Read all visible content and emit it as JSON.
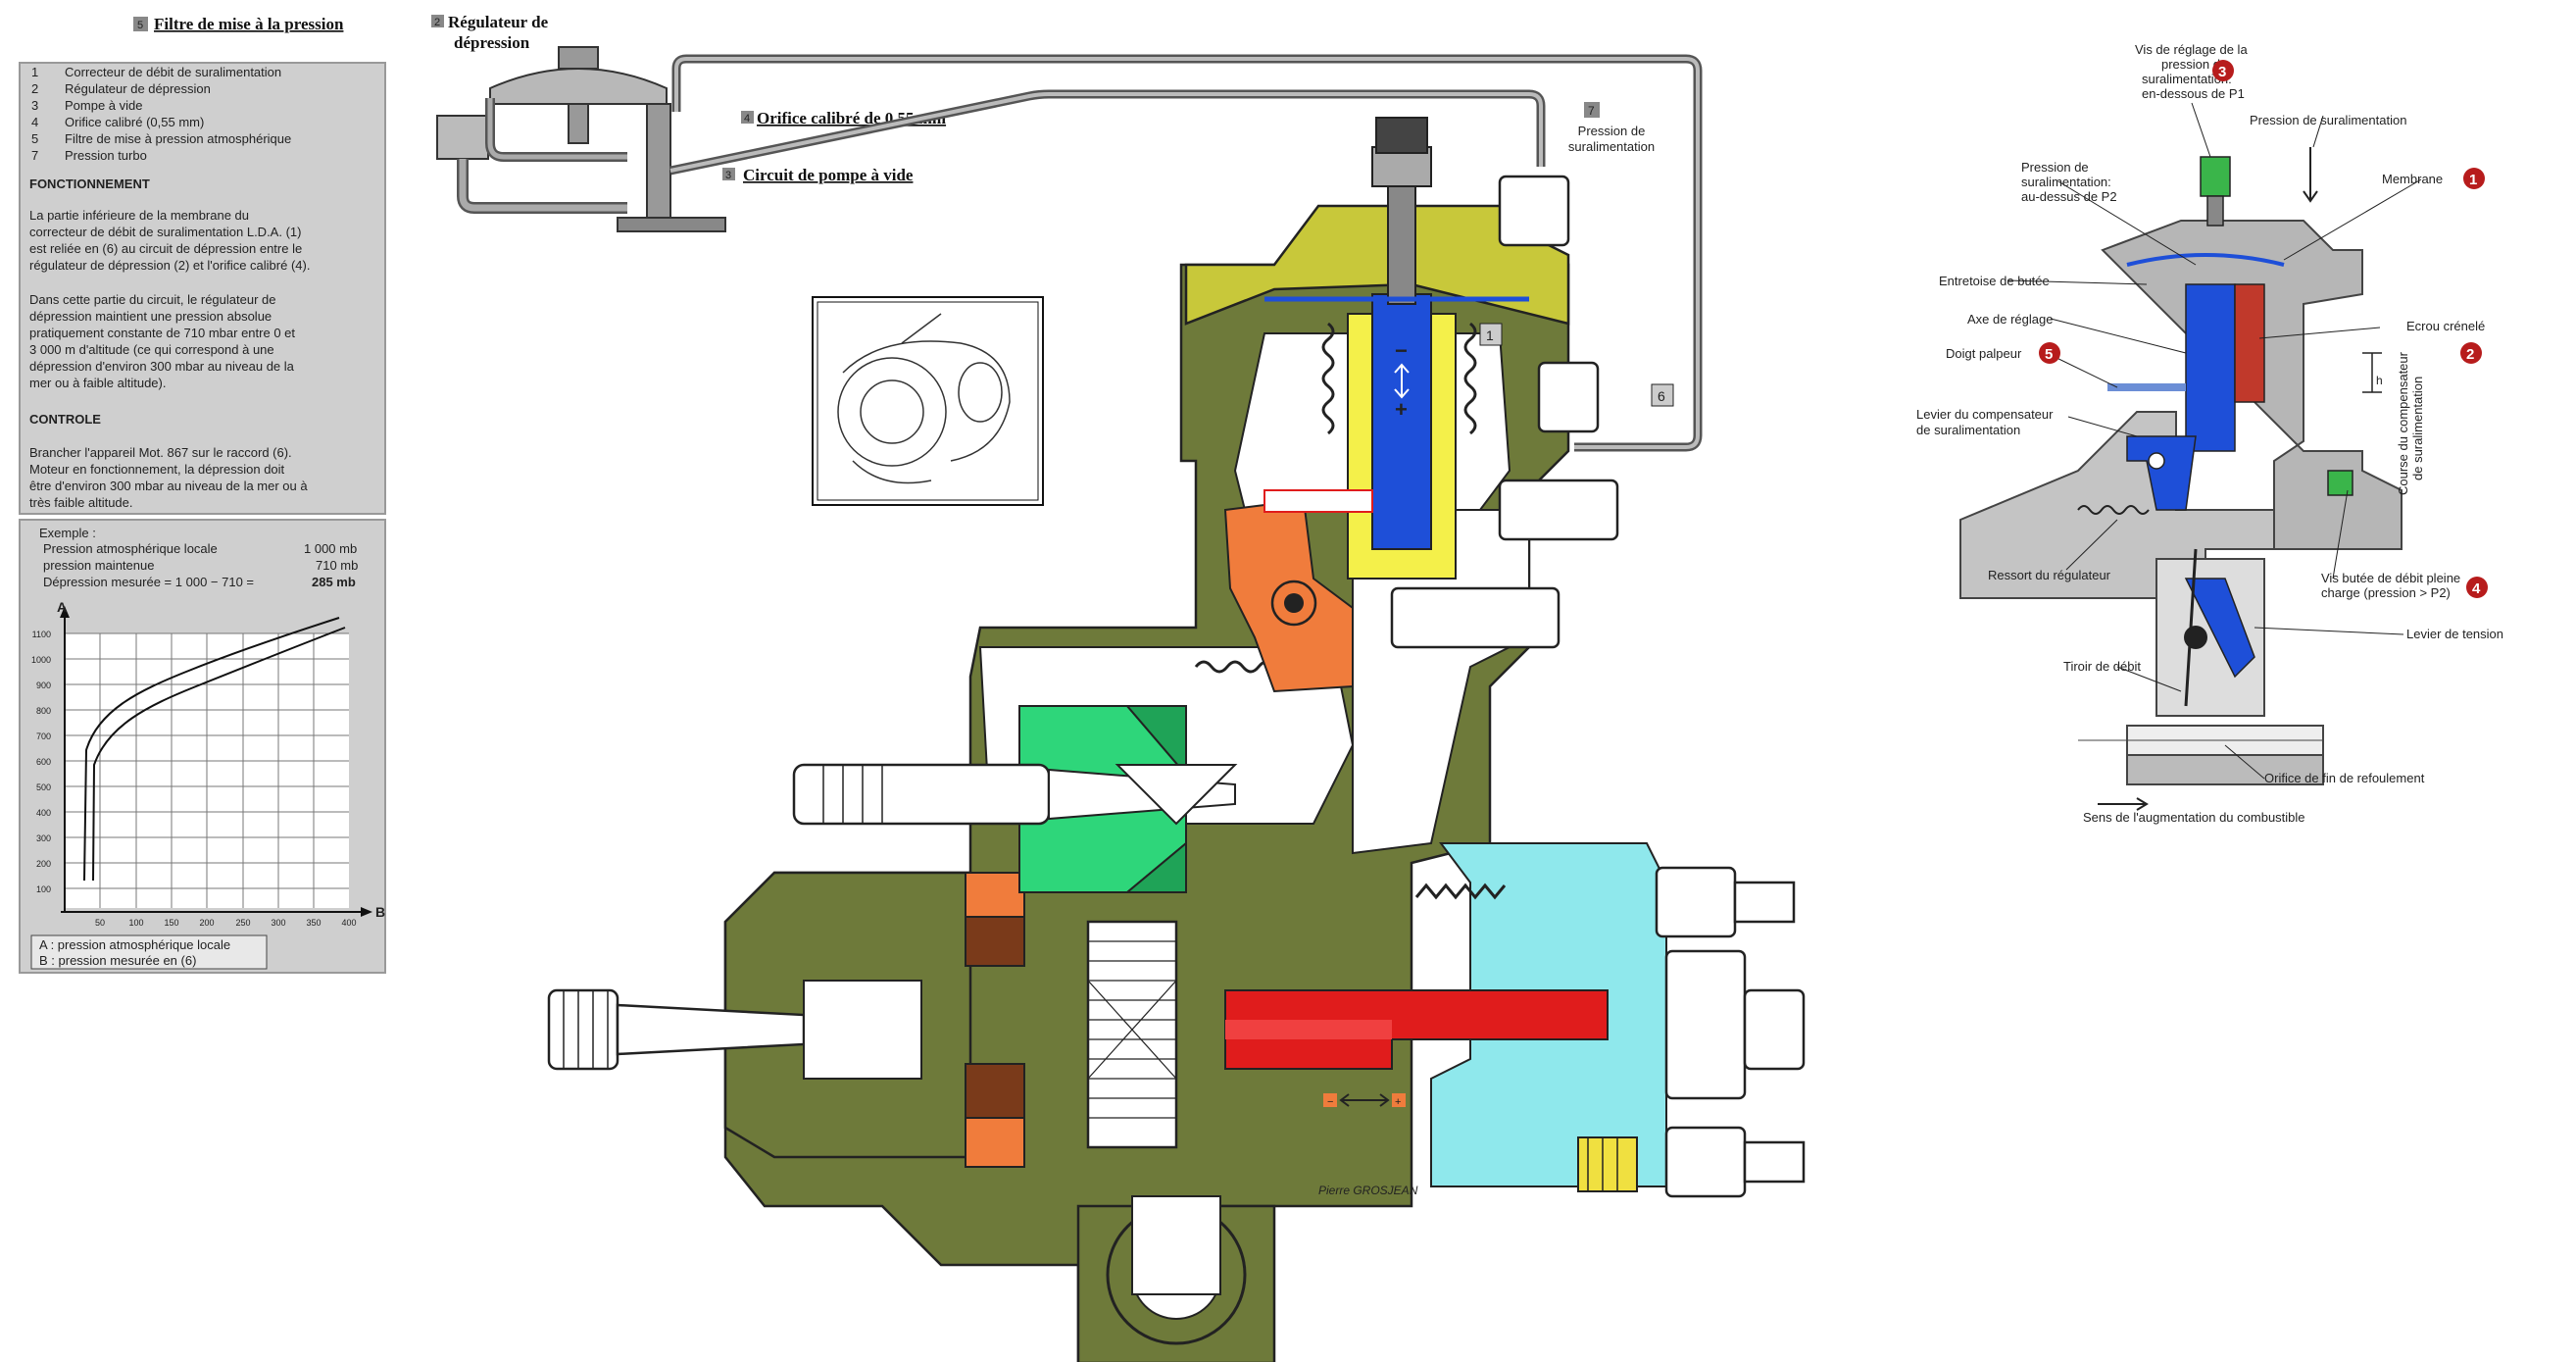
{
  "top_labels": {
    "filtre": {
      "num": "5",
      "text": "Filtre de mise à la pression"
    },
    "regulateur": {
      "num": "2",
      "line1": "Régulateur de",
      "line2": "dépression"
    },
    "orifice": {
      "num": "4",
      "text": "Orifice calibré de 0,55 mm"
    },
    "circuit": {
      "num": "3",
      "text": "Circuit de pompe à vide"
    },
    "pression_surali": {
      "num": "7",
      "line1": "Pression de",
      "line2": "suralimentation"
    }
  },
  "legend_panel": {
    "items": [
      {
        "num": "1",
        "text": "Correcteur de débit de suralimentation"
      },
      {
        "num": "2",
        "text": "Régulateur de dépression"
      },
      {
        "num": "3",
        "text": "Pompe à vide"
      },
      {
        "num": "4",
        "text": "Orifice calibré (0,55 mm)"
      },
      {
        "num": "5",
        "text": "Filtre de mise à pression atmosphérique"
      },
      {
        "num": "7",
        "text": "Pression turbo"
      }
    ],
    "fonctionnement_title": "FONCTIONNEMENT",
    "fonctionnement_lines": [
      "La partie inférieure de la membrane du",
      "correcteur de débit de suralimentation L.D.A. (1)",
      "est reliée en (6) au circuit de dépression entre le",
      "régulateur de dépression (2) et l'orifice calibré (4).",
      "",
      "Dans cette partie du circuit, le régulateur de",
      "dépression maintient une pression absolue",
      "pratiquement constante de 710 mbar entre 0 et",
      "3 000 m d'altitude (ce qui correspond à une",
      "dépression d'environ 300 mbar au niveau de la",
      "mer ou à faible altitude)."
    ],
    "controle_title": "CONTROLE",
    "controle_lines": [
      "Brancher l'appareil Mot. 867 sur le raccord (6).",
      "Moteur en fonctionnement, la dépression doit",
      "être d'environ 300 mbar au niveau de la mer ou à",
      "très faible altitude."
    ]
  },
  "example_panel": {
    "title": "Exemple :",
    "rows": [
      {
        "label": "Pression atmosphérique locale",
        "value": "1 000 mb"
      },
      {
        "label": "pression maintenue",
        "value": "710 mb"
      },
      {
        "label": "Dépression mesurée = 1 000 − 710 =",
        "value": "285 mb"
      }
    ],
    "axis_a": "A",
    "axis_b": "B",
    "y_ticks": [
      "1100",
      "1000",
      "900",
      "800",
      "700",
      "600",
      "500",
      "400",
      "300",
      "200",
      "100"
    ],
    "x_ticks": [
      "50",
      "100",
      "150",
      "200",
      "250",
      "300",
      "350",
      "400"
    ],
    "caption_a": "A : pression atmosphérique locale",
    "caption_b": "B : pression mesurée en (6)"
  },
  "center": {
    "part_1": "1",
    "part_6": "6",
    "signature": "Pierre GROSJEAN",
    "minus": "−",
    "plus": "+"
  },
  "right_diagram": {
    "labels": {
      "vis_reglage": [
        "Vis de réglage de la",
        "pression de",
        "suralimentation:",
        "en-dessous de P1"
      ],
      "pression_surali": "Pression de suralimentation",
      "pression_au_dessus": [
        "Pression de",
        "suralimentation:",
        "au-dessus de P2"
      ],
      "membrane": "Membrane",
      "entretoise": "Entretoise de butée",
      "axe": "Axe de réglage",
      "ecrou": "Ecrou crénelé",
      "doigt": "Doigt palpeur",
      "levier_comp": [
        "Levier du compensateur",
        "de suralimentation"
      ],
      "course": [
        "Course du compensateur",
        "de suralimentation"
      ],
      "h": "h",
      "ressort": "Ressort du régulateur",
      "vis_butee": [
        "Vis butée de débit pleine",
        "charge (pression >  P2)"
      ],
      "levier_tension": "Levier de tension",
      "tiroir": "Tiroir de débit",
      "orifice_fin": "Orifice de fin de refoulement",
      "sens": "Sens de l'augmentation du combustible"
    },
    "badges": {
      "b1": "1",
      "b2": "2",
      "b3": "3",
      "b4": "4",
      "b5": "5"
    }
  },
  "colors": {
    "olive": "#6e7a3a",
    "olive_dark": "#4f5a26",
    "yellow_green": "#c8c83a",
    "blue": "#1e4fd8",
    "red": "#e01c1c",
    "orange": "#f07c3c",
    "brown": "#7a3a1a",
    "cyan": "#8fe8ec",
    "green": "#2ed67a",
    "panel_gray": "#cfcfcf",
    "badge_red": "#b71c1c"
  }
}
